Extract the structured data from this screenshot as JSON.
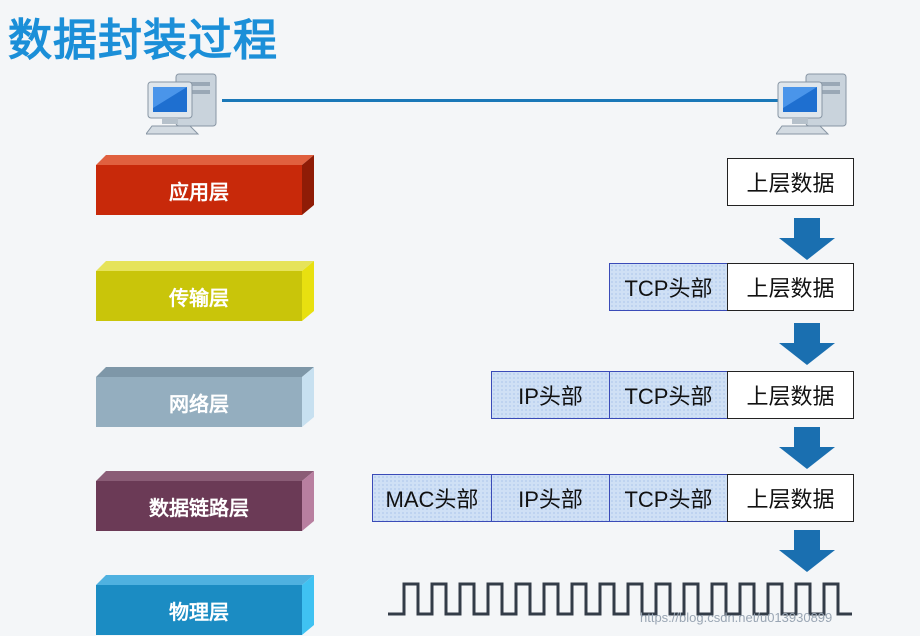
{
  "title": "数据封装过程",
  "layers": [
    {
      "label": "应用层",
      "color": "#c8290a"
    },
    {
      "label": "传输层",
      "color": "#c9c50a"
    },
    {
      "label": "网络层",
      "color": "#94aebf"
    },
    {
      "label": "数据链路层",
      "color": "#6b3a56"
    },
    {
      "label": "物理层",
      "color": "#1b8cc3"
    }
  ],
  "segments": {
    "data": "上层数据",
    "tcp": "TCP头部",
    "ip": "IP头部",
    "mac": "MAC头部"
  },
  "watermark": "https://blog.csdn.net/u013930899",
  "colors": {
    "title": "#1b8fd8",
    "arrow": "#1a6fb0",
    "wave": "#333c48"
  }
}
